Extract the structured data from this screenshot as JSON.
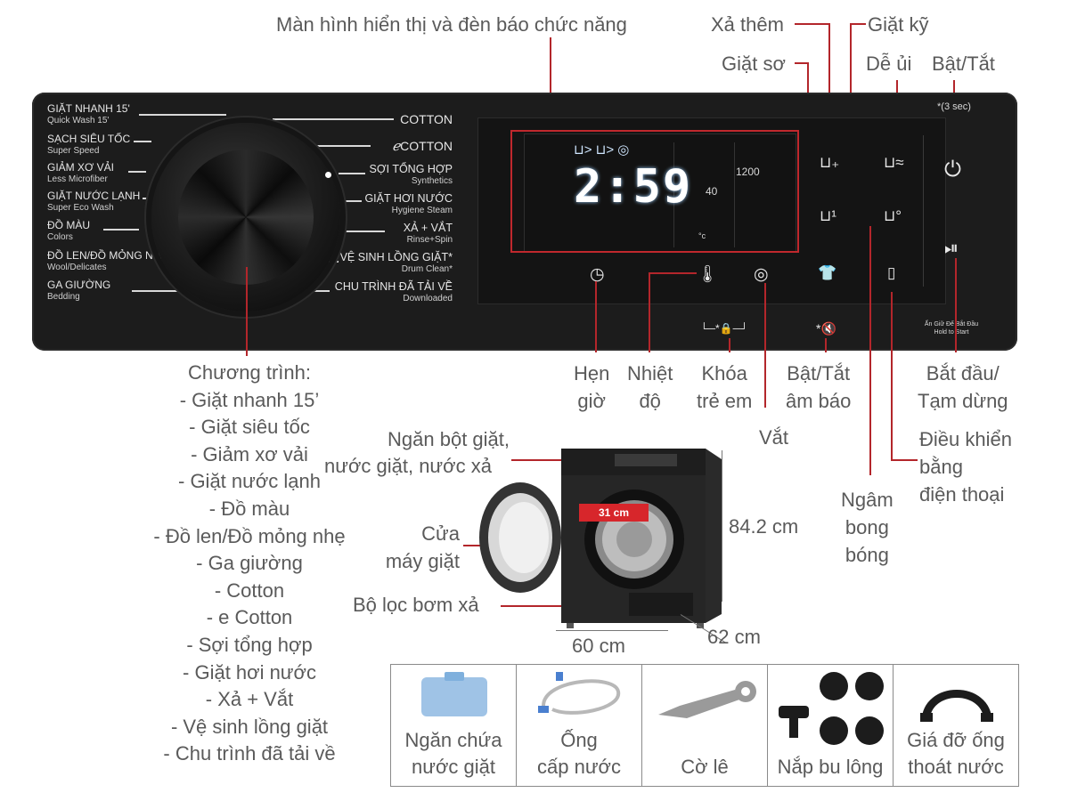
{
  "callouts": {
    "display": "Màn hình hiển thị và đèn báo chức năng",
    "extra_rinse": "Xả thêm",
    "intensive": "Giặt kỹ",
    "prewash": "Giặt sơ",
    "easy_iron": "Dễ ủi",
    "power": "Bật/Tắt",
    "delay_end": [
      "Hẹn",
      "giờ"
    ],
    "temperature": [
      "Nhiệt",
      "độ"
    ],
    "child_lock": [
      "Khóa",
      "trẻ em"
    ],
    "sound": [
      "Bật/Tắt",
      "âm báo"
    ],
    "start_pause": [
      "Bắt đầu/",
      "Tạm dừng"
    ],
    "spin": "Vắt",
    "smart_control": [
      "Điều khiển",
      "bằng",
      "điện thoại"
    ],
    "bubble_soak": [
      "Ngâm",
      "bong",
      "bóng"
    ],
    "dispenser": [
      "Ngăn bột giặt,",
      "nước giặt, nước xả"
    ],
    "door": [
      "Cửa",
      "máy giặt"
    ],
    "filter": "Bộ lọc bơm xả",
    "height": "84.2 cm",
    "width": "60 cm",
    "depth": "62 cm",
    "door_opening": "31 cm"
  },
  "panel": {
    "programs_left": [
      {
        "main": "GIẶT NHANH 15'",
        "sub": "Quick Wash 15'"
      },
      {
        "main": "SẠCH SIÊU TỐC",
        "sub": "Super Speed"
      },
      {
        "main": "GIẢM XƠ VẢI",
        "sub": "Less Microfiber"
      },
      {
        "main": "GIẶT NƯỚC LẠNH",
        "sub": "Super Eco Wash"
      },
      {
        "main": "ĐỒ MÀU",
        "sub": "Colors"
      },
      {
        "main": "ĐỒ LEN/ĐỒ MỎNG NHẸ",
        "sub": "Wool/Delicates"
      },
      {
        "main": "GA GIƯỜNG",
        "sub": "Bedding"
      }
    ],
    "programs_right": [
      {
        "main": "COTTON",
        "sub": ""
      },
      {
        "main": "COTTON",
        "sub": ""
      },
      {
        "main": "SỢI TỔNG HỢP",
        "sub": "Synthetics"
      },
      {
        "main": "GIẶT HƠI NƯỚC",
        "sub": "Hygiene Steam"
      },
      {
        "main": "XẢ + VẮT",
        "sub": "Rinse+Spin"
      },
      {
        "main": "VỆ SINH LỒNG GIẶT*",
        "sub": "Drum Clean*"
      },
      {
        "main": "CHU TRÌNH ĐÃ TẢI VỀ",
        "sub": "Downloaded"
      }
    ],
    "time_display": "2:59",
    "temp_value": "40",
    "temp_unit": "°c",
    "spin_value": "1200",
    "hold_note": "*(3 sec)",
    "hold_to_start": [
      "Ấn Giữ Để Bắt Đầu",
      "Hold to Start"
    ]
  },
  "program_list": {
    "title": "Chương trình:",
    "items": [
      "- Giặt nhanh 15’",
      "- Giặt siêu tốc",
      "- Giảm xơ vải",
      "- Giặt nước lạnh",
      "- Đồ màu",
      "- Đồ len/Đồ mỏng nhẹ",
      "- Ga giường",
      "- Cotton",
      "- e Cotton",
      "- Sợi tổng hợp",
      "- Giặt hơi nước",
      "- Xả + Vắt",
      "- Vệ sinh lồng giặt",
      "- Chu trình đã tải về"
    ]
  },
  "accessories": [
    {
      "name": [
        "Ngăn chứa",
        "nước giặt"
      ],
      "icon": "detergent-drawer-icon"
    },
    {
      "name": [
        "Ống",
        "cấp nước"
      ],
      "icon": "inlet-hose-icon"
    },
    {
      "name": [
        "Cờ lê"
      ],
      "icon": "wrench-icon"
    },
    {
      "name": [
        "Nắp bu lông"
      ],
      "icon": "bolt-caps-icon"
    },
    {
      "name": [
        "Giá đỡ ống",
        "thoát nước"
      ],
      "icon": "hose-holder-icon"
    }
  ],
  "colors": {
    "accent_red": "#c0282d",
    "panel": "#1c1c1c",
    "text": "#5a5a5a"
  }
}
